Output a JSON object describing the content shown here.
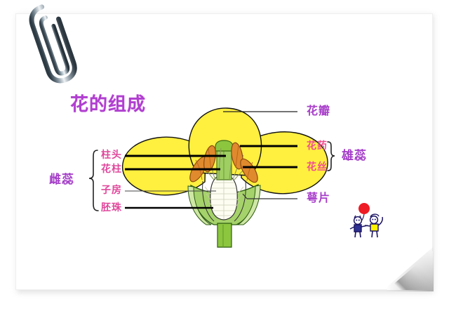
{
  "page": {
    "title": "花的组成",
    "background_color": "#ffffff",
    "paper_color": "#ffffff"
  },
  "decorations": {
    "paperclip": {
      "name": "paperclip",
      "color": "#5a6b78"
    },
    "page_curl": {
      "name": "page-curl",
      "color": "#9e9e9e"
    },
    "stick_figures": {
      "balloon_color": "#ee1c25",
      "figure_left_color": "#2e3192",
      "figure_right_color": "#fff200",
      "outline_color": "#1b1464"
    }
  },
  "diagram": {
    "name": "flower-structure-diagram",
    "colors": {
      "petal": "#ffef3f",
      "petal_outline": "#111111",
      "anther": "#e08a2e",
      "anther_outline": "#8a4b10",
      "style": "#9fce63",
      "style_outline": "#4f7a22",
      "ovary": "#fdfdf2",
      "sepal": "#a5d26a",
      "stem": "#8cc63f",
      "leader_line": "#000000",
      "thin_line": "#555555"
    },
    "left_group": {
      "group_label": "雌蕊",
      "group_label_color": "#a43cc8",
      "items": [
        {
          "label": "柱头",
          "color": "#e0489c"
        },
        {
          "label": "花柱",
          "color": "#e0489c"
        },
        {
          "label": "子房",
          "color": "#e0489c"
        },
        {
          "label": "胚珠",
          "color": "#e0489c"
        }
      ]
    },
    "right_items": [
      {
        "label": "花瓣",
        "color": "#b03fd0"
      },
      {
        "label": "花药",
        "color": "#ef4f8e"
      },
      {
        "label": "花丝",
        "color": "#ef4f8e"
      },
      {
        "label": "萼片",
        "color": "#b03fd0"
      }
    ],
    "right_group": {
      "group_label": "雄蕊",
      "group_label_color": "#a43cc8",
      "members": [
        "花药",
        "花丝"
      ]
    }
  }
}
